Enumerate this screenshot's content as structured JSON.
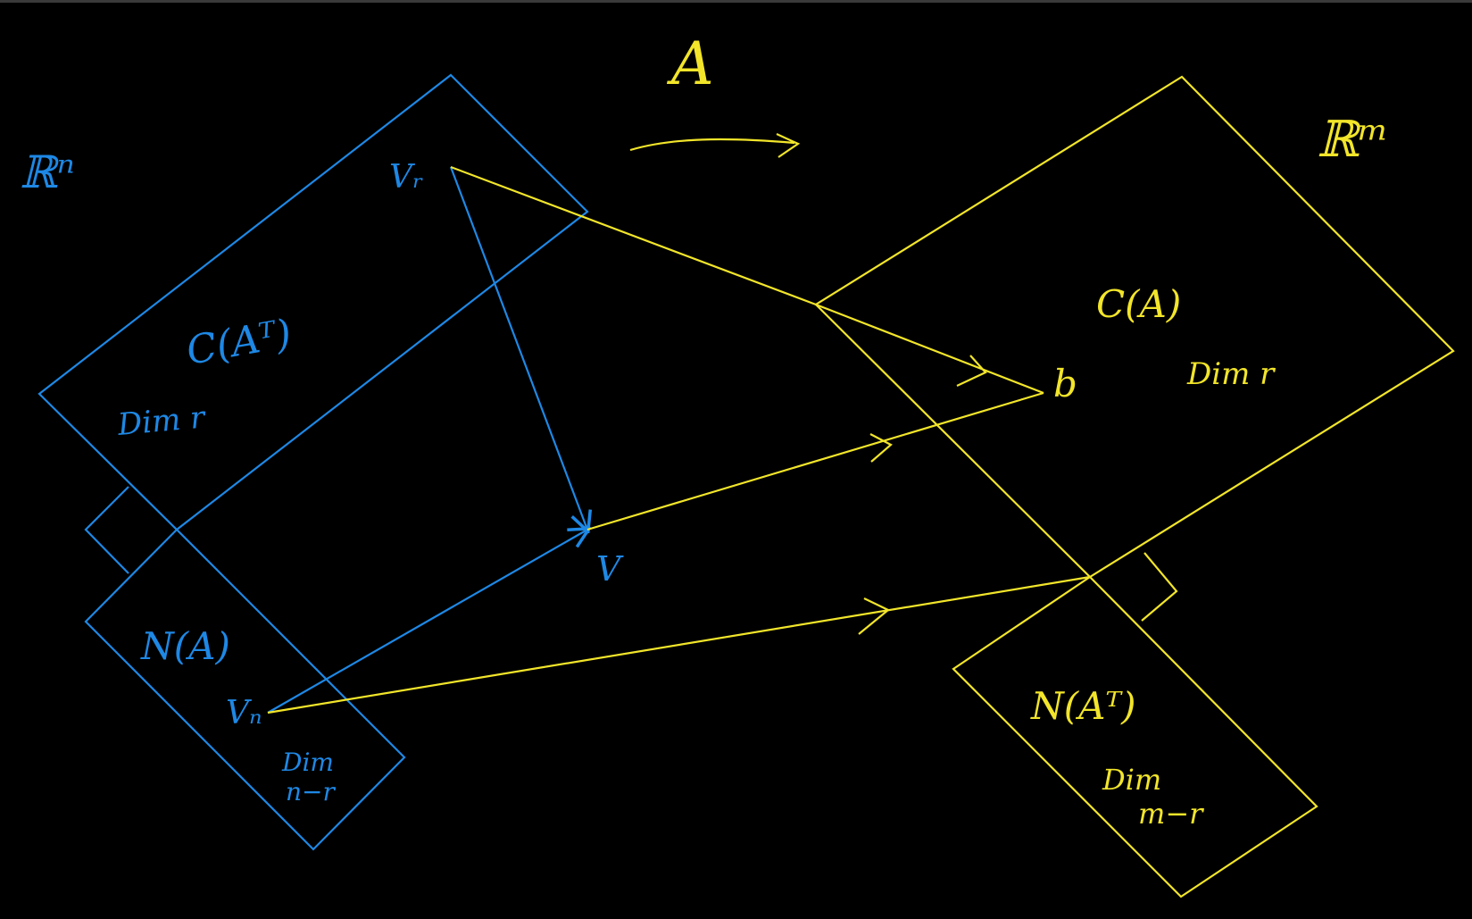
{
  "colors": {
    "background": "#000000",
    "row_space_color": "#1e88e5",
    "column_space_color": "#f2e52a"
  },
  "labels": {
    "map_name": "A",
    "domain_space": "ℝⁿ",
    "codomain_space": "ℝᵐ",
    "row_space": "C(Aᵀ)",
    "row_space_dim": "Dim r",
    "null_space": "N(A)",
    "null_space_dim_line1": "Dim",
    "null_space_dim_line2": "n−r",
    "column_space": "C(A)",
    "column_space_dim": "Dim r",
    "left_null_space": "N(Aᵀ)",
    "left_null_space_dim_line1": "Dim",
    "left_null_space_dim_line2": "m−r",
    "vector_row": "Vᵣ",
    "vector_null": "Vₙ",
    "vector_total": "V",
    "vector_b": "b"
  }
}
